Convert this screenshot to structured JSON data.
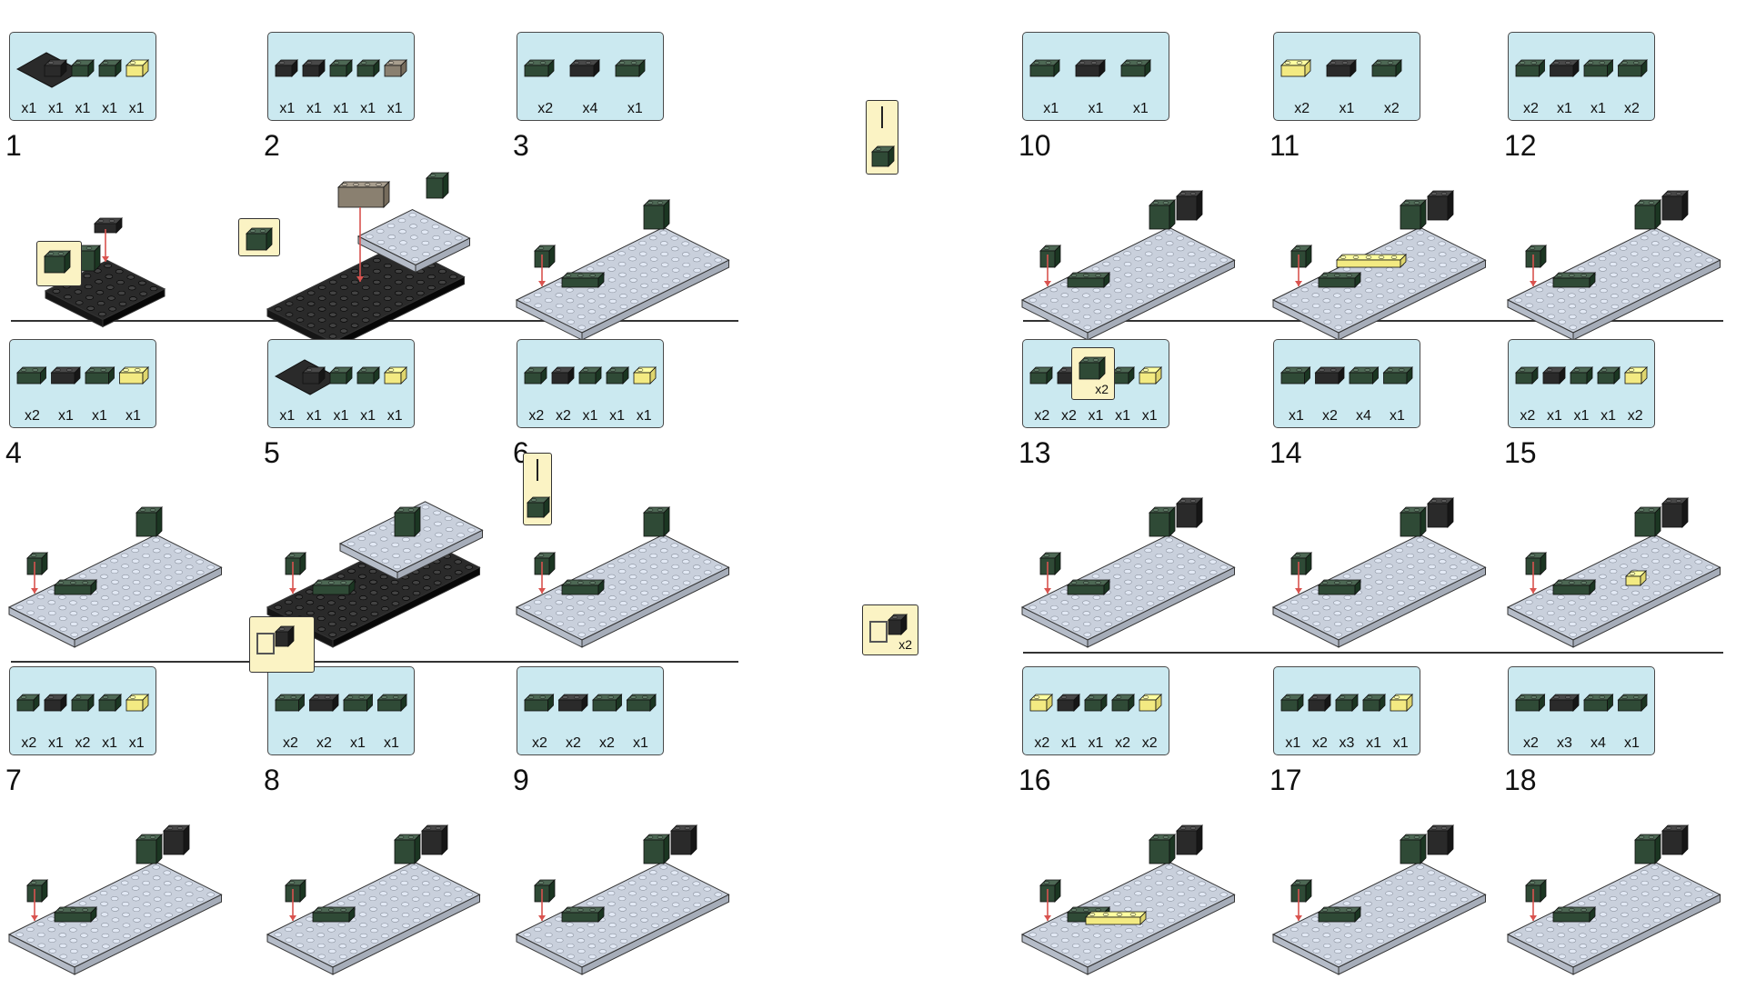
{
  "steps": [
    {
      "num": "1",
      "parts": [
        "x1",
        "x1",
        "x1",
        "x1",
        "x1"
      ]
    },
    {
      "num": "2",
      "parts": [
        "x1",
        "x1",
        "x1",
        "x1",
        "x1"
      ]
    },
    {
      "num": "3",
      "parts": [
        "x2",
        "x4",
        "x1"
      ]
    },
    {
      "num": "4",
      "parts": [
        "x2",
        "x1",
        "x1",
        "x1"
      ]
    },
    {
      "num": "5",
      "parts": [
        "x1",
        "x1",
        "x1",
        "x1",
        "x1"
      ]
    },
    {
      "num": "6",
      "parts": [
        "x2",
        "x2",
        "x1",
        "x1",
        "x1"
      ]
    },
    {
      "num": "7",
      "parts": [
        "x2",
        "x1",
        "x2",
        "x1",
        "x1"
      ]
    },
    {
      "num": "8",
      "parts": [
        "x2",
        "x2",
        "x1",
        "x1"
      ]
    },
    {
      "num": "9",
      "parts": [
        "x2",
        "x2",
        "x2",
        "x1"
      ]
    },
    {
      "num": "10",
      "parts": [
        "x1",
        "x1",
        "x1"
      ]
    },
    {
      "num": "11",
      "parts": [
        "x2",
        "x1",
        "x2"
      ]
    },
    {
      "num": "12",
      "parts": [
        "x2",
        "x1",
        "x1",
        "x2"
      ]
    },
    {
      "num": "13",
      "parts": [
        "x2",
        "x2",
        "x1",
        "x1",
        "x1"
      ]
    },
    {
      "num": "14",
      "parts": [
        "x1",
        "x2",
        "x4",
        "x1"
      ]
    },
    {
      "num": "15",
      "parts": [
        "x2",
        "x1",
        "x1",
        "x1",
        "x2"
      ]
    },
    {
      "num": "16",
      "parts": [
        "x2",
        "x1",
        "x1",
        "x2",
        "x2"
      ]
    },
    {
      "num": "17",
      "parts": [
        "x1",
        "x2",
        "x3",
        "x1",
        "x1"
      ]
    },
    {
      "num": "18",
      "parts": [
        "x2",
        "x3",
        "x4",
        "x1"
      ]
    }
  ],
  "callouts": {
    "step14": "x2",
    "step16": "x2"
  },
  "colors": {
    "parts_box": "#cbe9f0",
    "callout_box": "#fbf3c4",
    "dark_green": "#2f4a36",
    "black_plate": "#2a2a2a",
    "light_grey_base": "#c9d0dc",
    "tan_tile": "#8a8070",
    "yellow": "#f3ea82",
    "red_arrow": "#d9534f"
  },
  "icons": [
    "dark-green-brick-icon",
    "black-plate-icon",
    "tan-tile-icon",
    "yellow-round-icon",
    "pin-icon",
    "window-frame-icon"
  ]
}
